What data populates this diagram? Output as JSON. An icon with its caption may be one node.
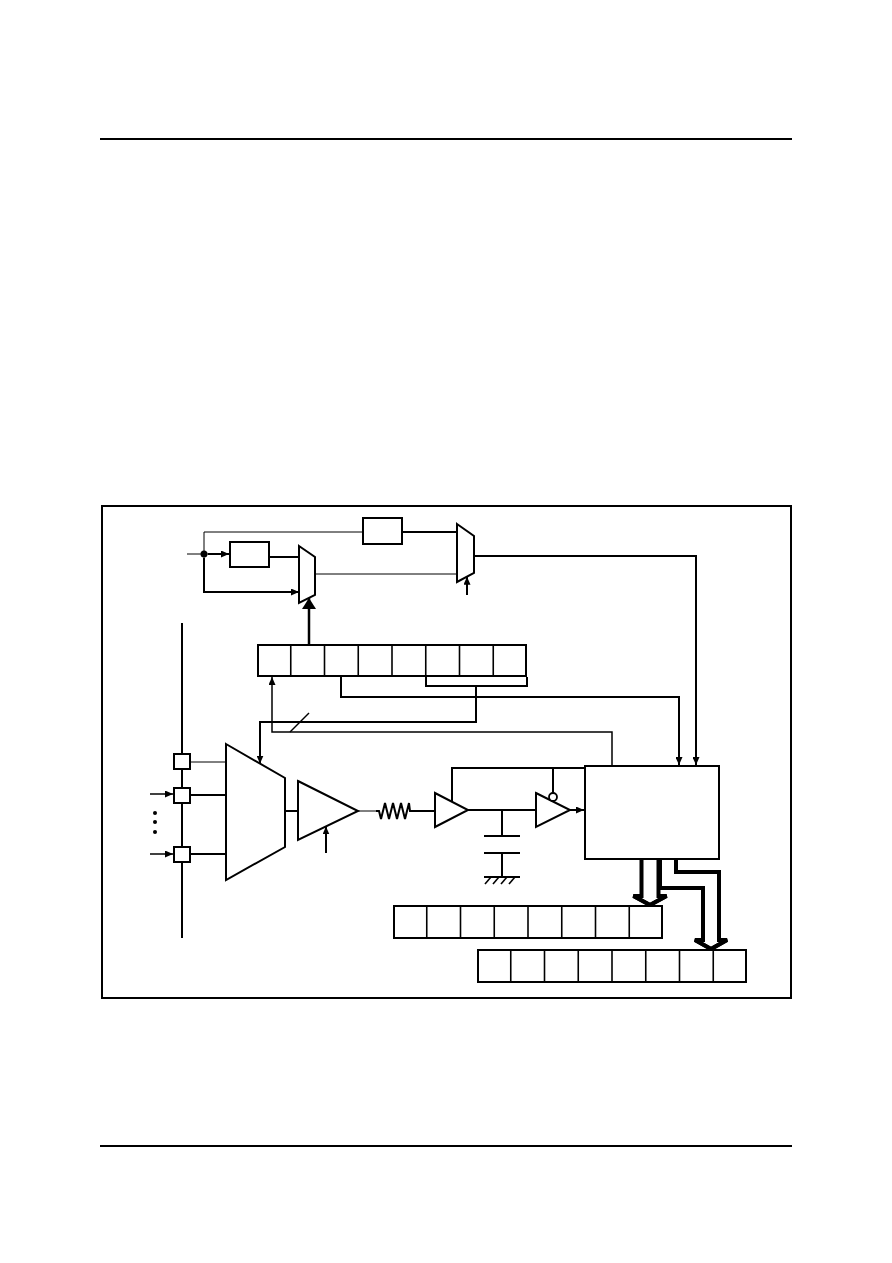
{
  "diagram": {
    "nodes": [
      {
        "text": [],
        "shape": "box"
      },
      {
        "text": [],
        "shape": "box"
      },
      {
        "text": [],
        "shape": "trapezoid"
      },
      {
        "text": [],
        "shape": "trapezoid"
      },
      {
        "text": [],
        "shape": "box"
      },
      {
        "text": [],
        "shape": "box"
      },
      {
        "text": [],
        "shape": "box"
      },
      {
        "text": [],
        "shape": "box"
      },
      {
        "text": [],
        "shape": "trapezoid"
      },
      {
        "text": [],
        "shape": "triangle"
      },
      {
        "text": [],
        "shape": "resistor"
      },
      {
        "text": [],
        "shape": "triangle"
      },
      {
        "text": [],
        "shape": "capacitor"
      },
      {
        "text": [],
        "shape": "triangle"
      },
      {
        "text": [],
        "shape": "box"
      },
      {
        "text": [],
        "shape": "box"
      },
      {
        "text": [],
        "shape": "box"
      }
    ],
    "edges": [
      {
        "from": null,
        "to": 0,
        "arrow": "to"
      },
      {
        "from": null,
        "to": 2,
        "arrow": "to"
      },
      {
        "from": null,
        "to": 1,
        "arrow": "none"
      },
      {
        "from": 0,
        "to": 2,
        "arrow": "none"
      },
      {
        "from": 1,
        "to": 3,
        "arrow": "none"
      },
      {
        "from": 2,
        "to": 3,
        "arrow": "none"
      },
      {
        "from": 4,
        "to": 2,
        "arrow": "to"
      },
      {
        "from": null,
        "to": 3,
        "arrow": "to"
      },
      {
        "from": 3,
        "to": 14,
        "arrow": "to"
      },
      {
        "from": 4,
        "to": 14,
        "arrow": "to"
      },
      {
        "from": 4,
        "to": 8,
        "arrow": "to"
      },
      {
        "from": 14,
        "to": 4,
        "arrow": "to"
      },
      {
        "from": null,
        "to": 5,
        "arrow": "none"
      },
      {
        "from": 5,
        "to": 6,
        "arrow": "none"
      },
      {
        "from": 6,
        "to": 7,
        "arrow": "none"
      },
      {
        "from": 7,
        "to": null,
        "arrow": "none"
      },
      {
        "from": null,
        "to": 6,
        "arrow": "to"
      },
      {
        "from": null,
        "to": 7,
        "arrow": "to"
      },
      {
        "from": 5,
        "to": 8,
        "arrow": "none"
      },
      {
        "from": 6,
        "to": 8,
        "arrow": "none"
      },
      {
        "from": 7,
        "to": 8,
        "arrow": "none"
      },
      {
        "from": 8,
        "to": 9,
        "arrow": "none"
      },
      {
        "from": null,
        "to": 9,
        "arrow": "to"
      },
      {
        "from": 9,
        "to": 10,
        "arrow": "none"
      },
      {
        "from": 10,
        "to": 11,
        "arrow": "none"
      },
      {
        "from": 11,
        "to": 13,
        "arrow": "none"
      },
      {
        "from": 11,
        "to": 12,
        "arrow": "none"
      },
      {
        "from": 13,
        "to": 14,
        "arrow": "to"
      },
      {
        "from": 14,
        "to": 11,
        "arrow": "none"
      },
      {
        "from": 14,
        "to": 13,
        "arrow": "none"
      },
      {
        "from": 14,
        "to": 15,
        "arrow": "to",
        "style": "thick"
      },
      {
        "from": 14,
        "to": 16,
        "arrow": "to",
        "style": "thick"
      }
    ]
  }
}
